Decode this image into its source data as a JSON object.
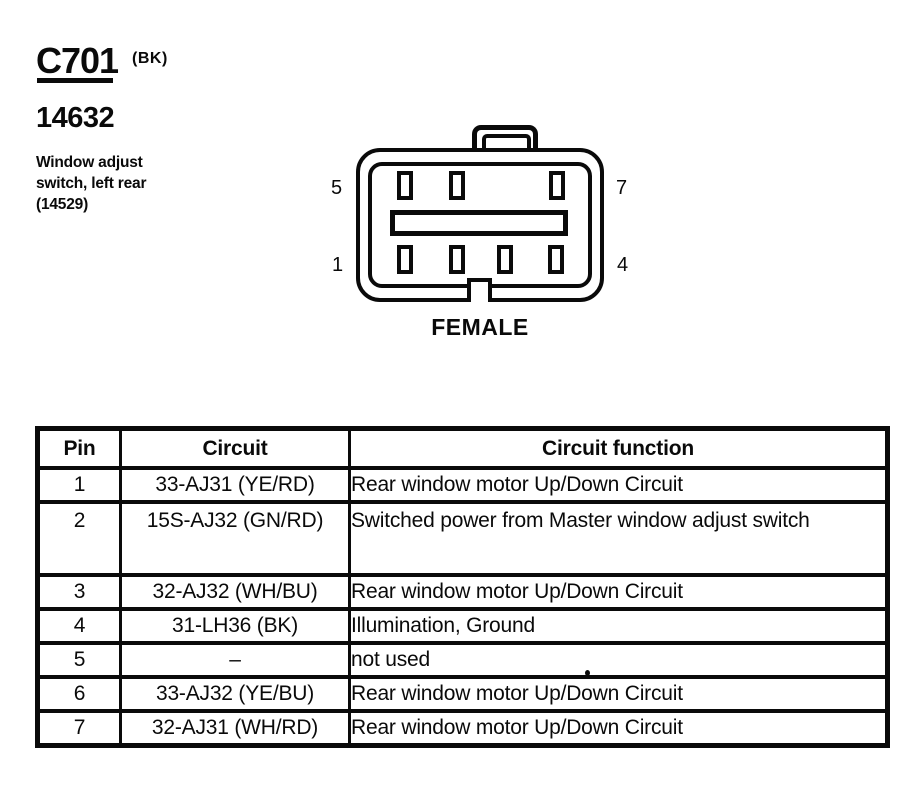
{
  "header": {
    "connector_id": "C701",
    "connector_color_code": "(BK)",
    "component_number": "14632",
    "description_line1": "Window adjust",
    "description_line2": "switch, left rear",
    "description_line3": "(14529)"
  },
  "diagram": {
    "gender_label": "FEMALE",
    "pin_label_top_left": "5",
    "pin_label_top_right": "7",
    "pin_label_bottom_left": "1",
    "pin_label_bottom_right": "4"
  },
  "table": {
    "headers": {
      "pin": "Pin",
      "circuit": "Circuit",
      "function": "Circuit function"
    },
    "rows": [
      {
        "pin": "1",
        "circuit": "33-AJ31 (YE/RD)",
        "function": "Rear window motor Up/Down Circuit"
      },
      {
        "pin": "2",
        "circuit": "15S-AJ32 (GN/RD)",
        "function": "Switched power from Master window adjust switch"
      },
      {
        "pin": "3",
        "circuit": "32-AJ32 (WH/BU)",
        "function": "Rear window motor Up/Down Circuit"
      },
      {
        "pin": "4",
        "circuit": "31-LH36 (BK)",
        "function": "Illumination, Ground"
      },
      {
        "pin": "5",
        "circuit": "–",
        "function": "not used"
      },
      {
        "pin": "6",
        "circuit": "33-AJ32 (YE/BU)",
        "function": "Rear window motor Up/Down Circuit"
      },
      {
        "pin": "7",
        "circuit": "32-AJ31 (WH/RD)",
        "function": "Rear window motor Up/Down Circuit"
      }
    ]
  },
  "colors": {
    "ink": "#0a0a0a",
    "paper": "#ffffff"
  }
}
